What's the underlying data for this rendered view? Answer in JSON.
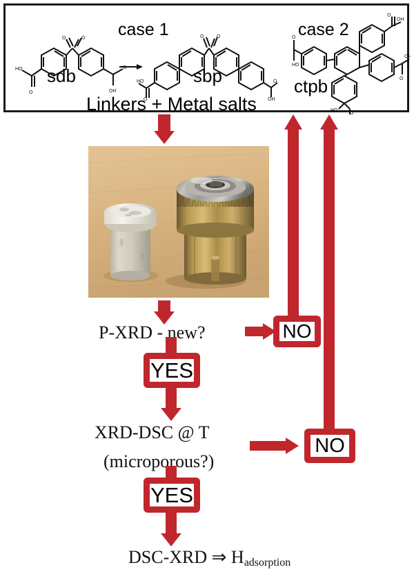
{
  "header": {
    "case1_label": "case 1",
    "case2_label": "case 2",
    "molecules": [
      {
        "name": "sdb",
        "id": "sdb-name"
      },
      {
        "name": "sbp",
        "id": "sbp-name"
      },
      {
        "name": "ctpb",
        "id": "ctpb-name"
      }
    ],
    "linkers_text": "Linkers + Metal salts",
    "reaction_arrow": "right-arrow"
  },
  "photo": {
    "caption": "teflon-liner-and-steel-autoclave",
    "objects": [
      "white PTFE liner with cap",
      "stainless steel / brass autoclave body"
    ],
    "background": "#d8b480"
  },
  "flow": {
    "step1_question": "P-XRD - new?",
    "step2_question_line1": "XRD-DSC @   T",
    "step2_question_line2": "(microporous?)",
    "final_line_prefix": "DSC-XRD  ⇒   H",
    "final_line_subscript": "adsorption",
    "yes_label_1": "YES",
    "yes_label_2": "YES",
    "no_label_1": "NO",
    "no_label_2": "NO"
  },
  "colors": {
    "accent_red": "#c0272d",
    "border_black": "#1a1a1a",
    "text_black": "#000000"
  }
}
